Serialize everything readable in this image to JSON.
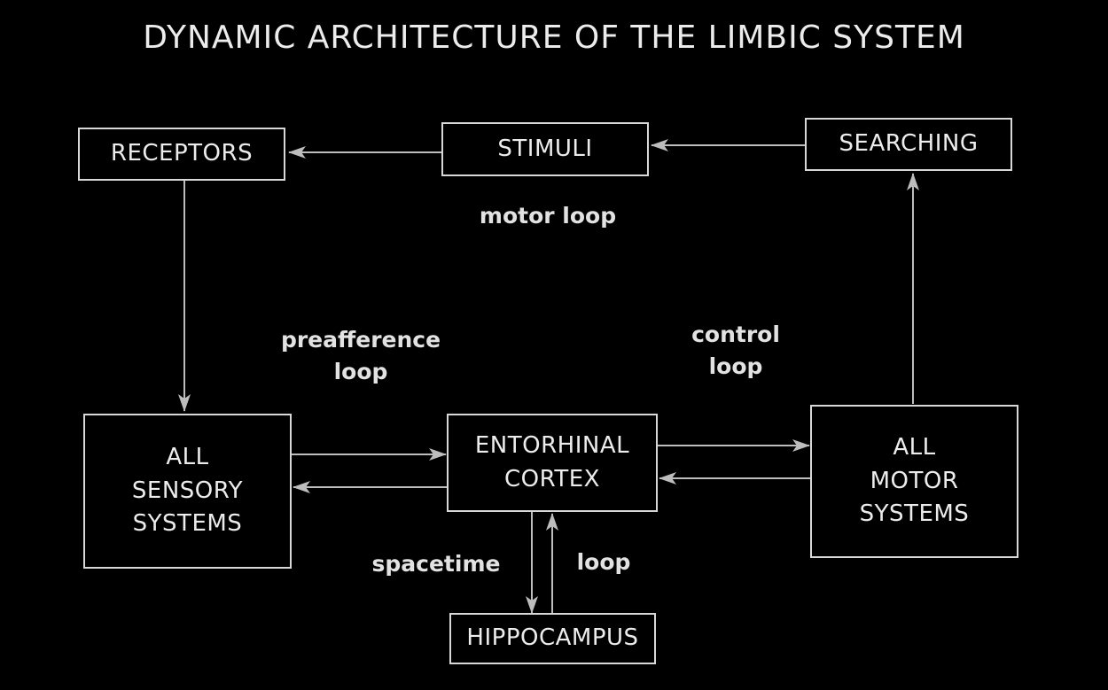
{
  "title": "DYNAMIC ARCHITECTURE OF THE LIMBIC SYSTEM",
  "boxes": {
    "receptors": "RECEPTORS",
    "stimuli": "STIMULI",
    "searching": "SEARCHING",
    "sensory": "ALL\nSENSORY\nSYSTEMS",
    "entorhinal": "ENTORHINAL\nCORTEX",
    "motor": "ALL\nMOTOR\nSYSTEMS",
    "hippocampus": "HIPPOCAMPUS"
  },
  "loops": {
    "motor_loop": "motor loop",
    "preafference_loop": "preafference\nloop",
    "control_loop": "control\nloop",
    "spacetime": "spacetime",
    "loop": "loop"
  },
  "colors": {
    "background": "#000000",
    "foreground": "#e6e6e6",
    "connector": "#bdbdbd"
  }
}
